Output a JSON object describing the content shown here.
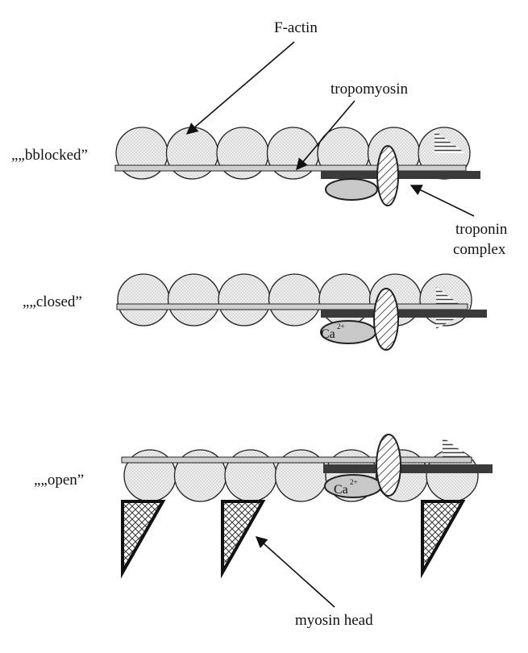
{
  "labels": {
    "f_actin": "F-actin",
    "tropomyosin": "tropomyosin",
    "troponin_line1": "troponin",
    "troponin_line2": "complex",
    "myosin_head": "myosin head"
  },
  "states": [
    {
      "label": "„„bblocked”",
      "calcium": "",
      "myosin_bound": false
    },
    {
      "label": "„„closed”",
      "calcium": "Ca",
      "myosin_bound": false
    },
    {
      "label": "„„open”",
      "calcium": "Ca",
      "myosin_bound": true
    }
  ],
  "calcium_charge": "2+",
  "colors": {
    "actin_fill": "#eeeeee",
    "actin_dot": "#8a8a8a",
    "line": "#222222",
    "tropomyosin_fill": "#cfcfcf",
    "troponin_bar": "#3a3a3a",
    "troponin_c": "#c8c8c8",
    "troponin_i_hatch": "#555555",
    "myosin_hatch": "#333333"
  }
}
